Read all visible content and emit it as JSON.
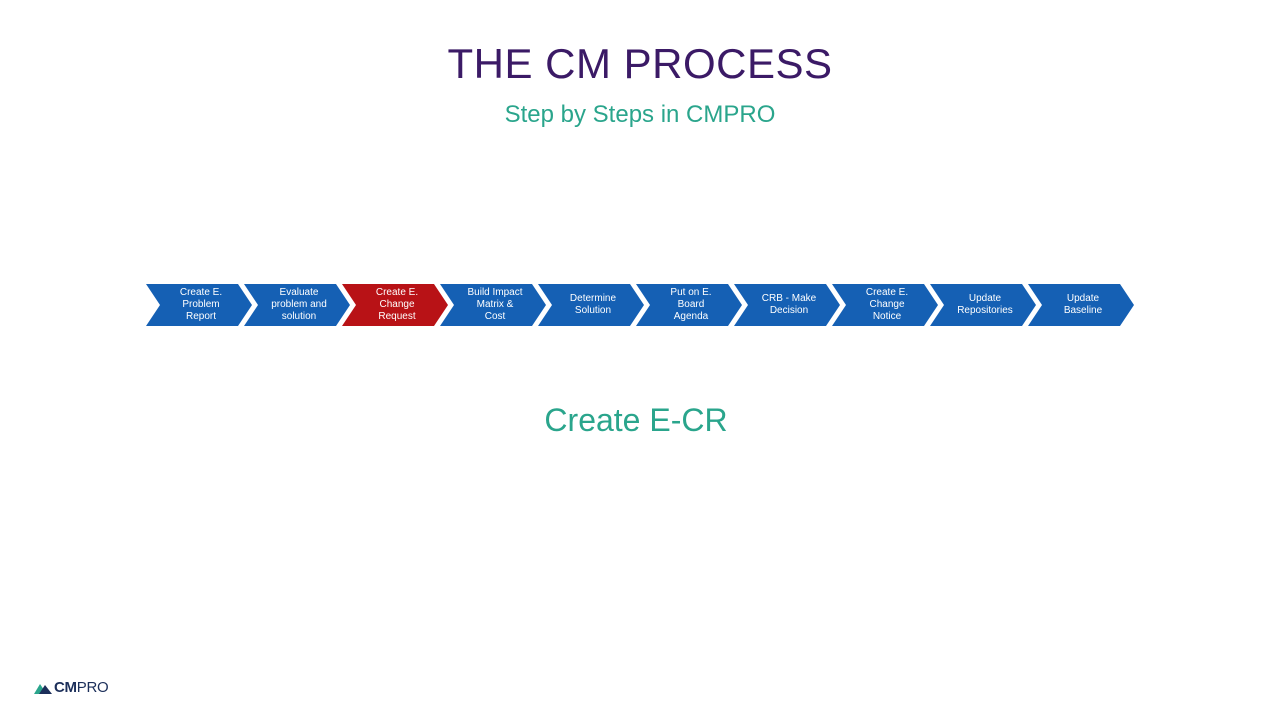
{
  "slide": {
    "title": "THE CM PROCESS",
    "subtitle": "Step by Steps in CMPRO",
    "caption": "Create E-CR"
  },
  "process": {
    "step_color": "#1560b4",
    "active_color": "#b81216",
    "active_index": 2,
    "steps": [
      {
        "label": "Create E.\nProblem\nReport"
      },
      {
        "label": "Evaluate\nproblem and\nsolution"
      },
      {
        "label": "Create E.\nChange\nRequest"
      },
      {
        "label": "Build Impact\nMatrix &\nCost"
      },
      {
        "label": "Determine\nSolution"
      },
      {
        "label": "Put on E.\nBoard\nAgenda"
      },
      {
        "label": "CRB - Make\nDecision"
      },
      {
        "label": "Create E.\nChange\nNotice"
      },
      {
        "label": "Update\nRepositories"
      },
      {
        "label": "Update\nBaseline"
      }
    ]
  },
  "logo": {
    "icon": "mountain-icon",
    "cm": "CM",
    "pro": "PRO",
    "accent_color": "#2aa58c"
  }
}
